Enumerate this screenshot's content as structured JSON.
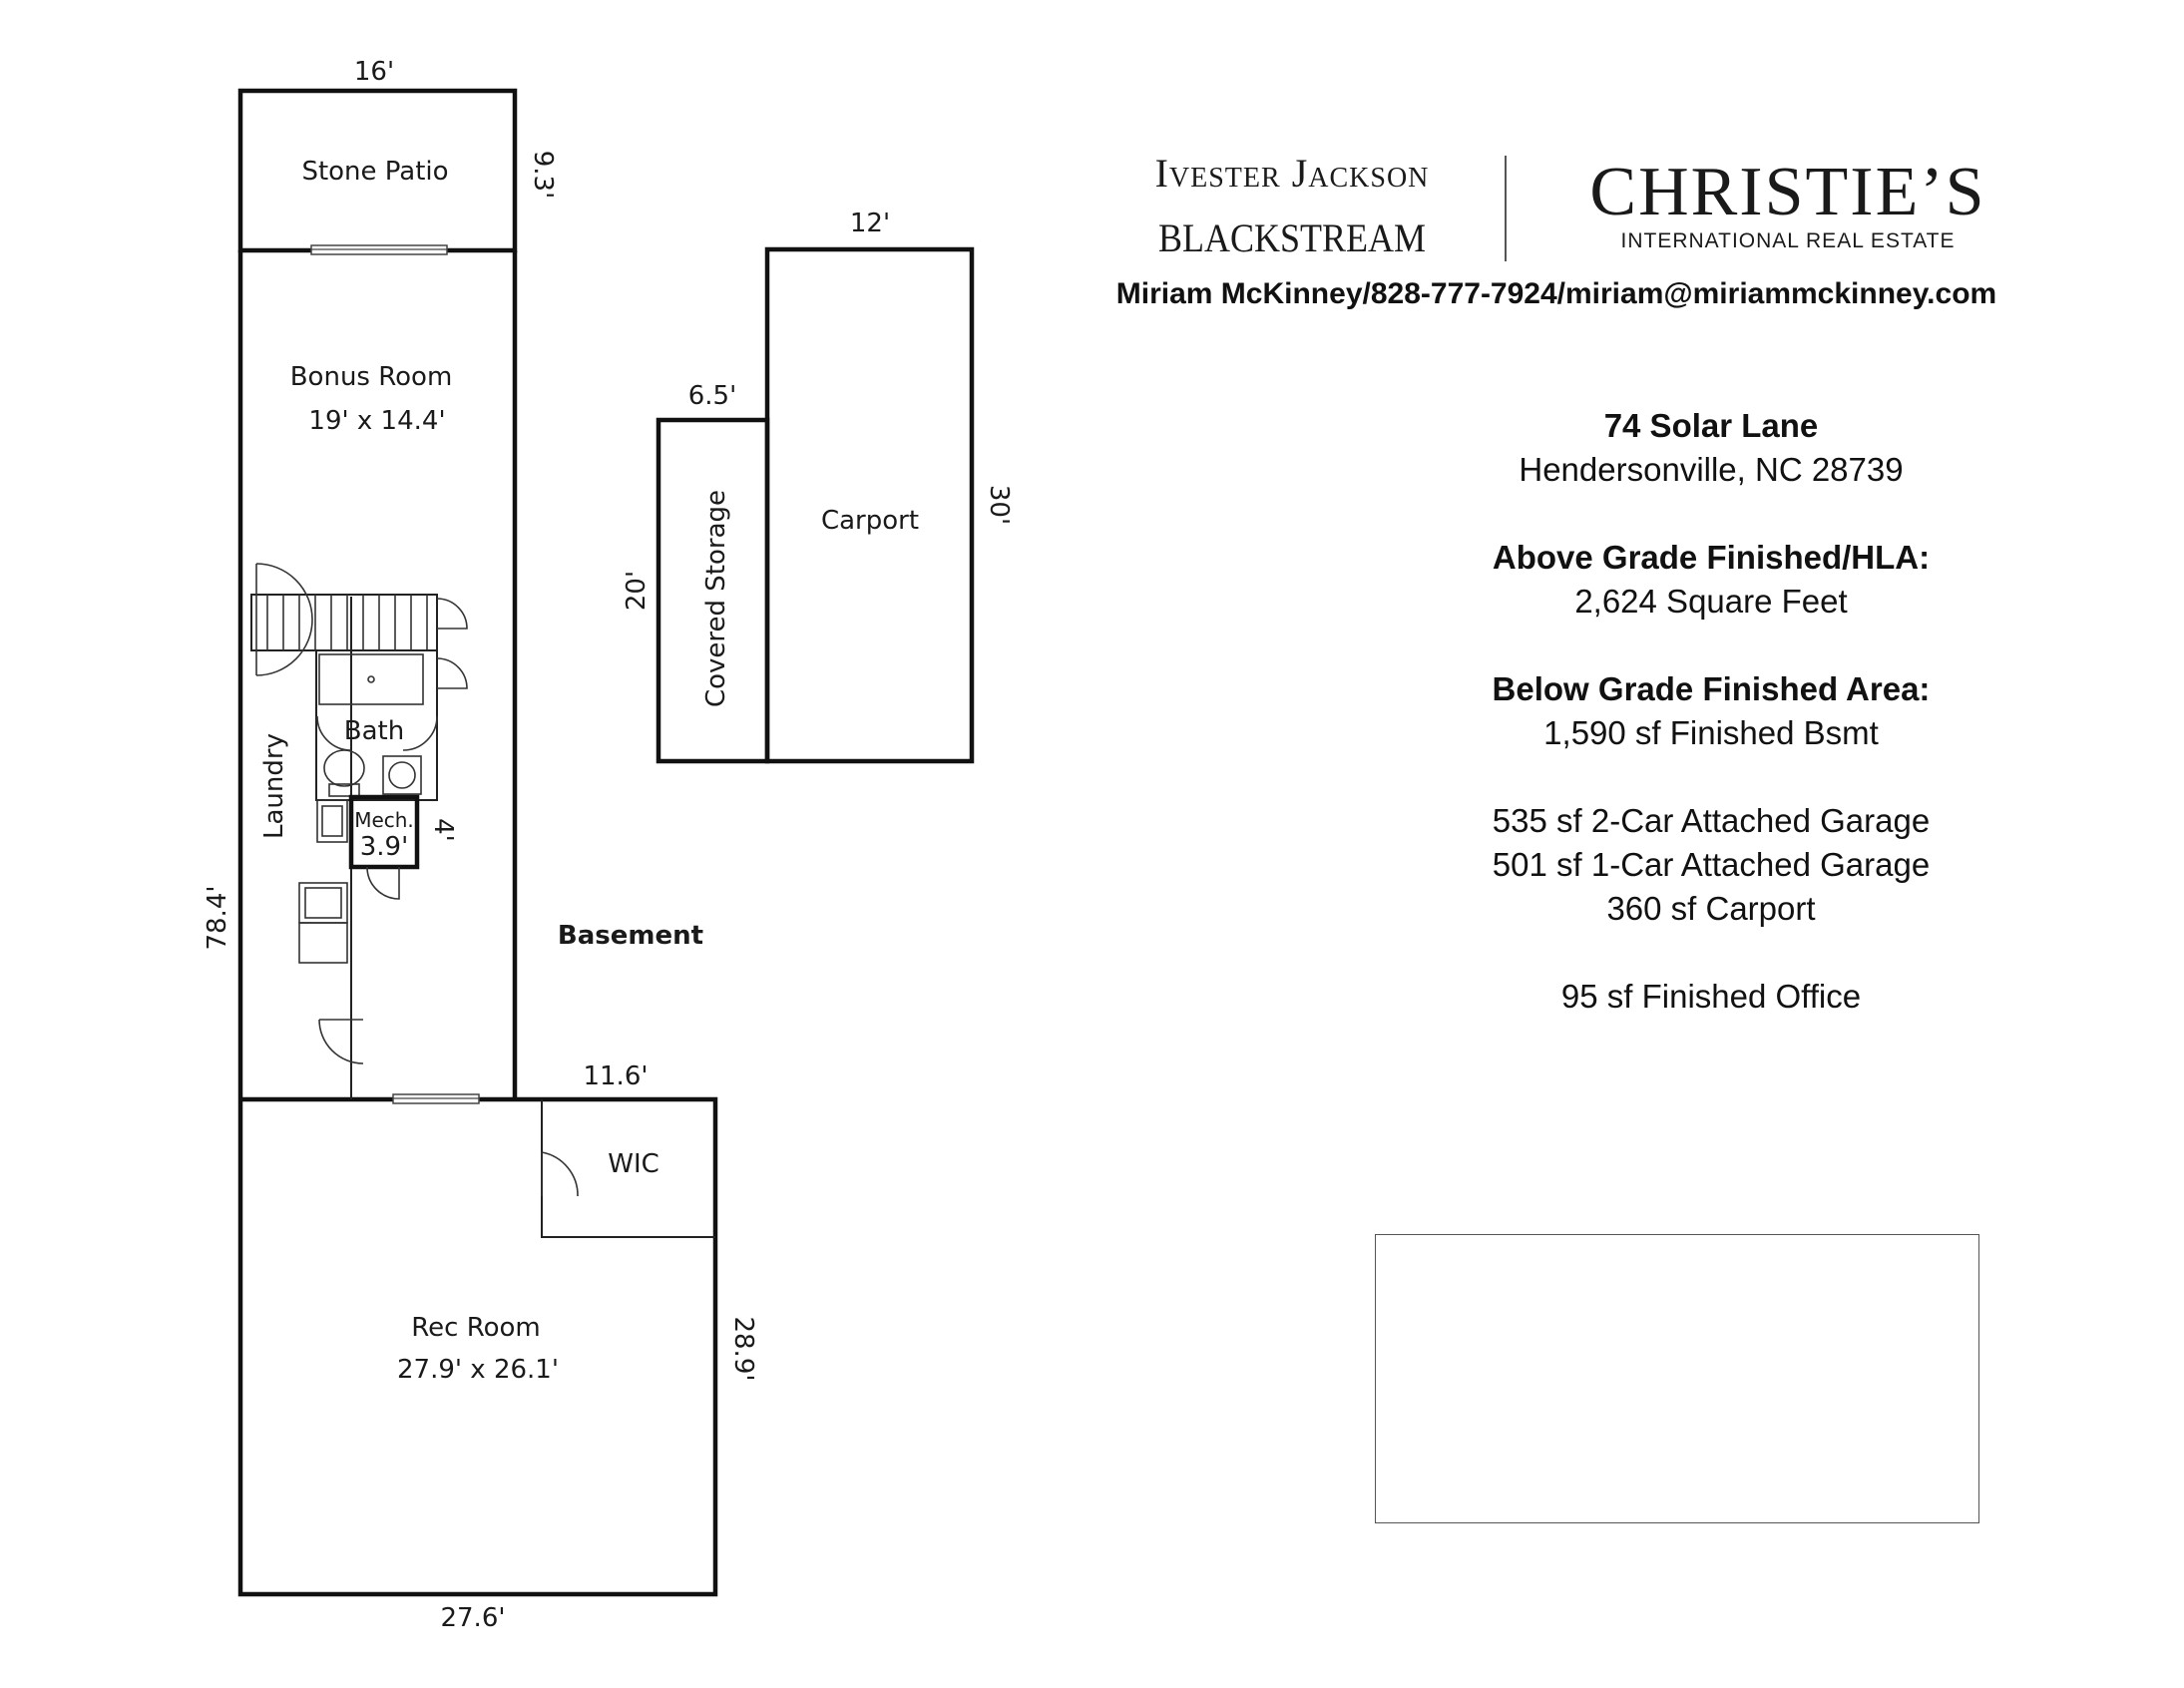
{
  "rooms": {
    "stone_patio": "Stone Patio",
    "bonus_room": "Bonus Room",
    "bonus_room_size": "19' x 14.4'",
    "bath": "Bath",
    "laundry": "Laundry",
    "mech": "Mech.",
    "mech_dim": "3.9'",
    "rec_room": "Rec Room",
    "rec_room_size": "27.9' x 26.1'",
    "wic": "WIC",
    "covered_storage": "Covered Storage",
    "carport": "Carport",
    "level": "Basement"
  },
  "dimensions": {
    "patio_width": "16'",
    "patio_depth": "9.3'",
    "left_length": "78.4'",
    "mech_depth": "4'",
    "rec_top": "11.6'",
    "rec_right": "28.9'",
    "rec_bottom": "27.6'",
    "carport_width": "12'",
    "carport_depth": "30'",
    "storage_width": "6.5'",
    "storage_depth": "20'"
  },
  "branding": {
    "ij_line1": "Ivester Jackson",
    "ij_line2": "BLACKSTREAM",
    "christies": "CHRISTIE’S",
    "christies_sub": "INTERNATIONAL REAL ESTATE",
    "contact": "Miriam McKinney/828-777-7924/miriam@miriammckinney.com"
  },
  "property": {
    "street": "74 Solar Lane",
    "city": "Hendersonville, NC 28739",
    "above_label": "Above Grade Finished/HLA:",
    "above_value": "2,624 Square Feet",
    "below_label": "Below Grade Finished Area:",
    "below_value": "1,590 sf Finished Bsmt",
    "garage2": "535 sf 2-Car Attached Garage",
    "garage1": "501 sf 1-Car Attached Garage",
    "carport": "360 sf Carport",
    "office": "95 sf Finished Office"
  }
}
